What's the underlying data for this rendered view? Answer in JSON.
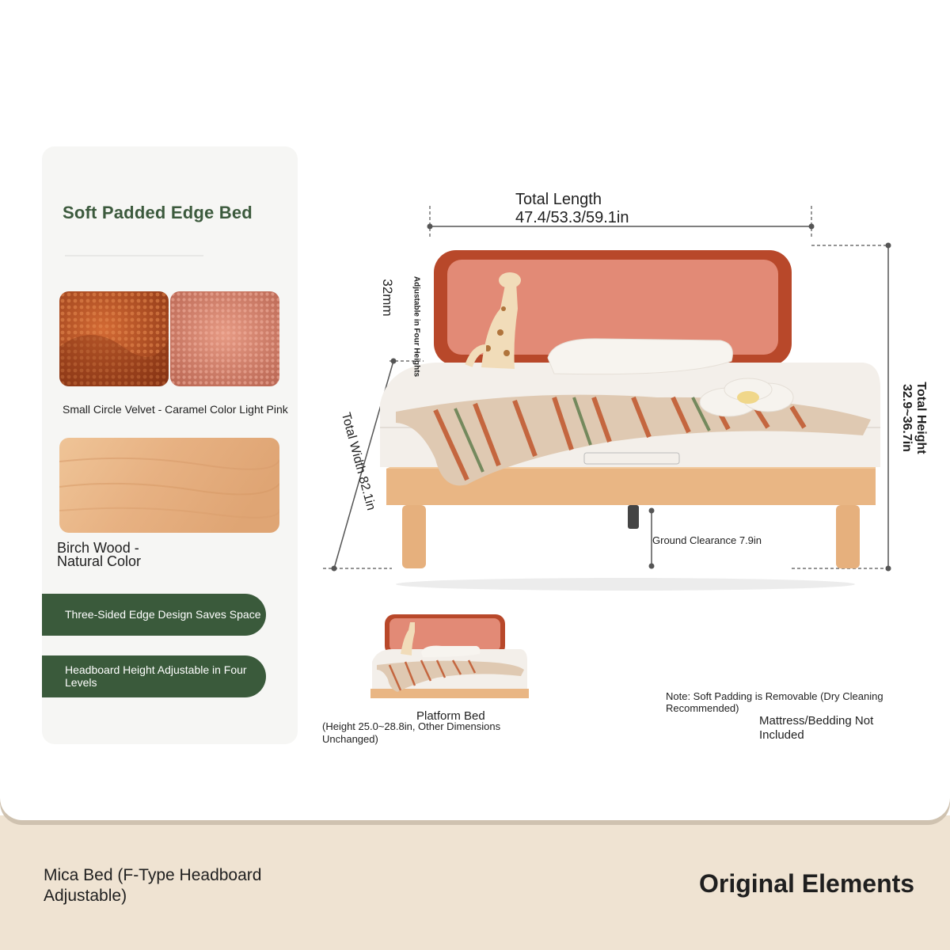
{
  "panel": {
    "title": "Soft Padded Edge Bed",
    "fabric_caption": "Small Circle Velvet - Caramel Color Light Pink",
    "wood_caption": "Birch Wood - Natural Color",
    "feature_1": "Three-Sided Edge Design Saves Space",
    "feature_2": "Headboard Height Adjustable in Four Levels"
  },
  "dimensions": {
    "length_label": "Total Length",
    "length_value": "47.4/53.3/59.1in",
    "height": "Total Height 32.9~36.7in",
    "width": "Total Width 82.1in",
    "clearance": "Ground Clearance 7.9in",
    "headboard_step": "32mm",
    "headboard_adjust": "Adjustable in Four Heights"
  },
  "platform": {
    "title": "Platform Bed",
    "note": "(Height 25.0~28.8in, Other Dimensions Unchanged)"
  },
  "notes": {
    "padding": "Note: Soft Padding is Removable (Dry Cleaning Recommended)",
    "mattress": "Mattress/Bedding Not Included"
  },
  "footer": {
    "product_name": "Mica Bed (F-Type Headboard Adjustable)",
    "brand_line": "Original Elements"
  },
  "colors": {
    "accent_green": "#3a5a3b",
    "caramel": "#c25a2c",
    "light_pink": "#d9836e",
    "birch": "#e8b98c",
    "footer_band": "#efe3d2"
  }
}
